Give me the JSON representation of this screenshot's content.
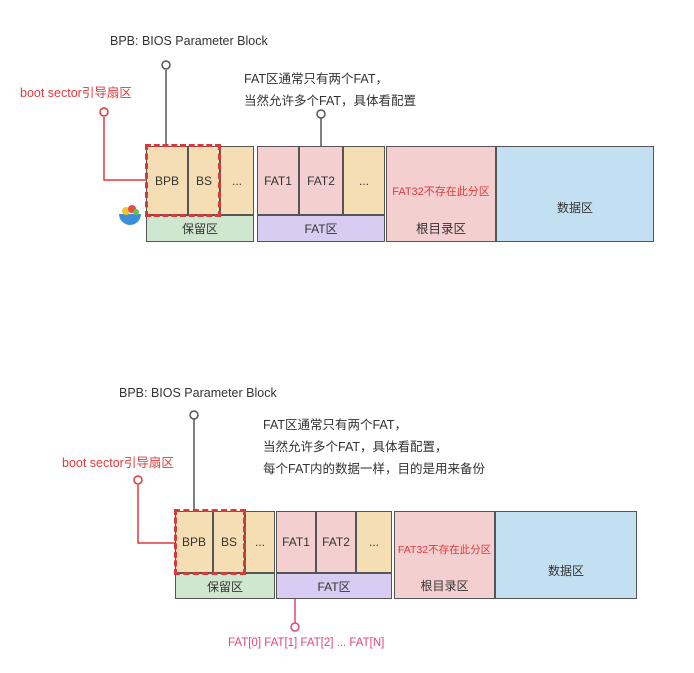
{
  "diagram1": {
    "bpb_callout": "BPB: BIOS Parameter Block",
    "boot_callout": "boot sector引导扇区",
    "fat_note_lines": [
      "FAT区通常只有两个FAT，",
      "当然允许多个FAT，具体看配置"
    ],
    "cells": {
      "bpb": "BPB",
      "bs": "BS",
      "dots1": "...",
      "fat1": "FAT1",
      "fat2": "FAT2",
      "dots2": "...",
      "root_note": "FAT32不存在此分区",
      "data": "数据区"
    },
    "bottom": {
      "reserved": "保留区",
      "fat": "FAT区",
      "root": "根目录区"
    }
  },
  "diagram2": {
    "bpb_callout": "BPB: BIOS Parameter Block",
    "boot_callout": "boot sector引导扇区",
    "fat_note_lines": [
      "FAT区通常只有两个FAT，",
      "当然允许多个FAT，具体看配置，",
      "每个FAT内的数据一样，目的是用来备份"
    ],
    "cells": {
      "bpb": "BPB",
      "bs": "BS",
      "dots1": "...",
      "fat1": "FAT1",
      "fat2": "FAT2",
      "dots2": "...",
      "root_note": "FAT32不存在此分区",
      "data": "数据区"
    },
    "bottom": {
      "reserved": "保留区",
      "fat": "FAT区",
      "root": "根目录区"
    },
    "fat_entries": "FAT[0] FAT[1] FAT[2] ... FAT[N]"
  },
  "colors": {
    "beige": "#f5deb3",
    "pink": "#f4cfcf",
    "green": "#cfe6cf",
    "lavender": "#d9ccf2",
    "blue": "#c3dff2",
    "red": "#e03a3a",
    "magenta": "#e0457a"
  }
}
